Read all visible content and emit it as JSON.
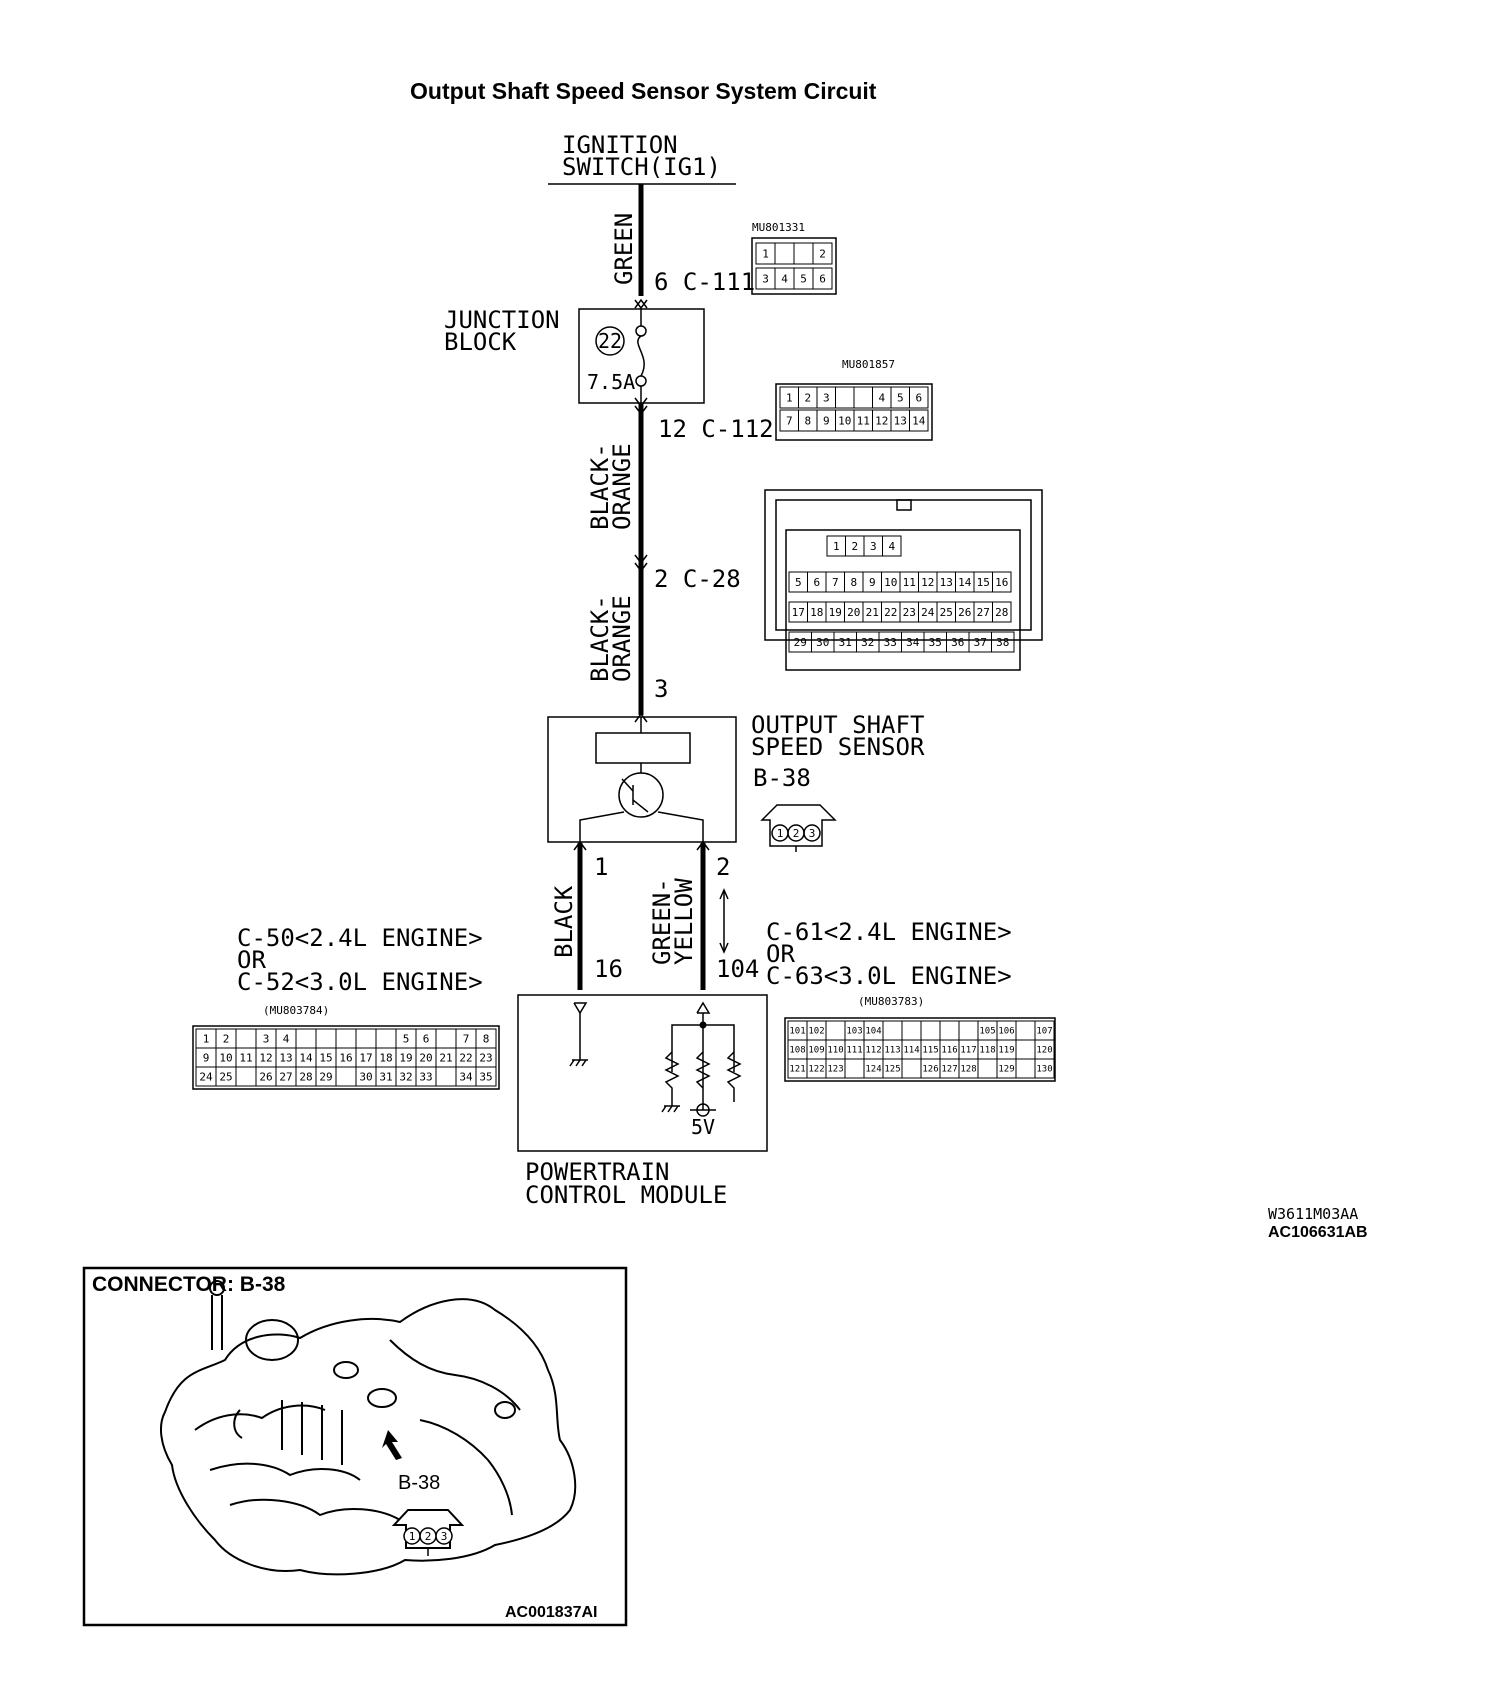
{
  "title": "Output Shaft Speed Sensor System Circuit",
  "ignition": {
    "line1": "IGNITION",
    "line2": "SWITCH(IG1)"
  },
  "wires": {
    "green": "GREEN",
    "black_orange_1a": "BLACK-",
    "black_orange_1b": "ORANGE",
    "black_orange_2a": "BLACK-",
    "black_orange_2b": "ORANGE",
    "black": "BLACK",
    "green_yellow_a": "GREEN-",
    "green_yellow_b": "YELLOW"
  },
  "terminals": {
    "c111": "6 C-111",
    "c112": "12 C-112",
    "c28": "2 C-28",
    "sensor_3": "3",
    "sensor_1": "1",
    "sensor_2": "2",
    "pcm_16": "16",
    "pcm_104": "104"
  },
  "junction_block": {
    "line1": "JUNCTION",
    "line2": "BLOCK",
    "fuse_no": "22",
    "fuse_rating": "7.5A"
  },
  "sensor": {
    "line1": "OUTPUT SHAFT",
    "line2": "SPEED SENSOR",
    "id": "B-38"
  },
  "pcm": {
    "line1": "POWERTRAIN",
    "line2": "CONTROL MODULE",
    "voltage": "5V"
  },
  "connectors": {
    "mu801331": {
      "part": "MU801331",
      "row1": [
        "1",
        "",
        "",
        "2"
      ],
      "row2": [
        "3",
        "4",
        "5",
        "6"
      ]
    },
    "mu801857": {
      "part": "MU801857",
      "row1": [
        "1",
        "2",
        "3",
        "",
        "",
        "4",
        "5",
        "6"
      ],
      "row2": [
        "7",
        "8",
        "9",
        "10",
        "11",
        "12",
        "13",
        "14"
      ]
    },
    "c28": {
      "row1": [
        "1",
        "2",
        "3",
        "4"
      ],
      "row2": [
        "5",
        "6",
        "7",
        "8",
        "9",
        "10",
        "11",
        "12",
        "13",
        "14",
        "15",
        "16"
      ],
      "row3": [
        "17",
        "18",
        "19",
        "20",
        "21",
        "22",
        "23",
        "24",
        "25",
        "26",
        "27",
        "28"
      ],
      "row4": [
        "29",
        "30",
        "31",
        "32",
        "33",
        "34",
        "35",
        "36",
        "37",
        "38"
      ]
    },
    "left": {
      "line1": "C-50<2.4L ENGINE>",
      "line2": "OR",
      "line3": "C-52<3.0L ENGINE>",
      "part": "(MU803784)",
      "row1": [
        "1",
        "2",
        "",
        "3",
        "4",
        "",
        "",
        "",
        "",
        "",
        "5",
        "6",
        "",
        "7",
        "8"
      ],
      "row2": [
        "9",
        "10",
        "11",
        "12",
        "13",
        "14",
        "15",
        "16",
        "17",
        "18",
        "19",
        "20",
        "21",
        "22",
        "23"
      ],
      "row3": [
        "24",
        "25",
        "",
        "26",
        "27",
        "28",
        "29",
        "",
        "30",
        "31",
        "32",
        "33",
        "",
        "34",
        "35"
      ]
    },
    "right": {
      "line1": "C-61<2.4L ENGINE>",
      "line2": "OR",
      "line3": "C-63<3.0L ENGINE>",
      "part": "(MU803783)",
      "row1": [
        "101",
        "102",
        "",
        "103",
        "104",
        "",
        "",
        "",
        "",
        "",
        "105",
        "106",
        "",
        "107"
      ],
      "row2": [
        "108",
        "109",
        "110",
        "111",
        "112",
        "113",
        "114",
        "115",
        "116",
        "117",
        "118",
        "119",
        "",
        "120"
      ],
      "row3": [
        "121",
        "122",
        "123",
        "",
        "124",
        "125",
        "",
        "126",
        "127",
        "128",
        "",
        "129",
        "",
        "130"
      ]
    }
  },
  "codes": {
    "drawing": "W3611M03AA",
    "figure": "AC106631AB"
  },
  "inset": {
    "title": "CONNECTOR: B-38",
    "label": "B-38",
    "pins": [
      "1",
      "2",
      "3"
    ],
    "code": "AC001837AI"
  }
}
